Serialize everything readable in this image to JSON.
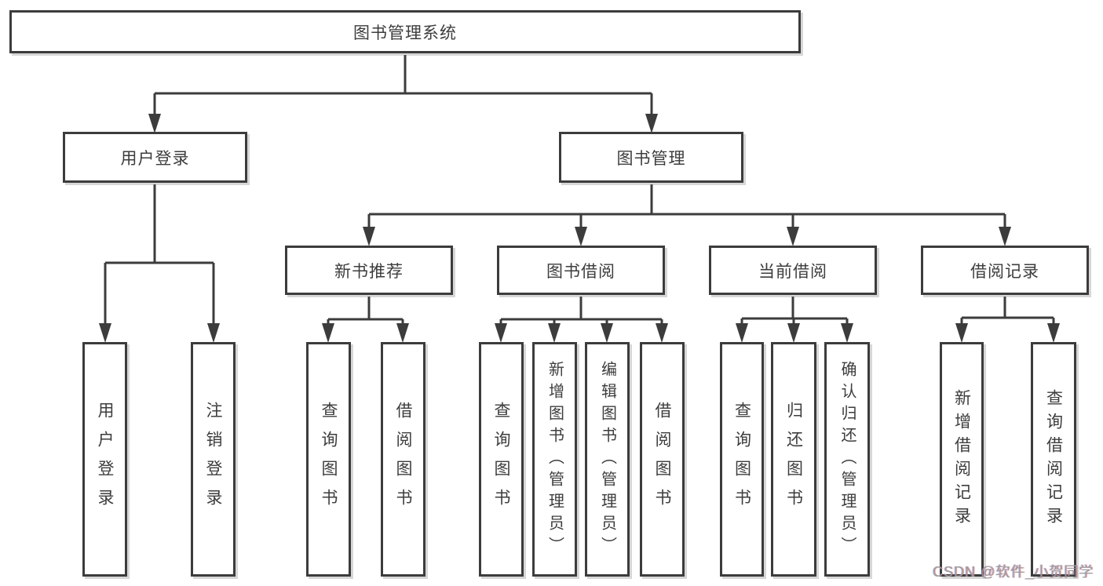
{
  "tree": {
    "root": {
      "label": "图书管理系统",
      "children": [
        {
          "label": "用户登录",
          "children": [
            {
              "label": "用户登录"
            },
            {
              "label": "注销登录"
            }
          ]
        },
        {
          "label": "图书管理",
          "children": [
            {
              "label": "新书推荐",
              "children": [
                {
                  "label": "查询图书"
                },
                {
                  "label": "借阅图书"
                }
              ]
            },
            {
              "label": "图书借阅",
              "children": [
                {
                  "label": "查询图书"
                },
                {
                  "label": "新增图书（管理员）"
                },
                {
                  "label": "编辑图书（管理员）"
                },
                {
                  "label": "借阅图书"
                }
              ]
            },
            {
              "label": "当前借阅",
              "children": [
                {
                  "label": "查询图书"
                },
                {
                  "label": "归还图书"
                },
                {
                  "label": "确认归还（管理员）"
                }
              ]
            },
            {
              "label": "借阅记录",
              "children": [
                {
                  "label": "新增借阅记录"
                },
                {
                  "label": "查询借阅记录"
                }
              ]
            }
          ]
        }
      ]
    }
  },
  "colors": {
    "line": "#3c3c3c",
    "text": "#3d3d3d",
    "watermark_gray": "#9c9c9c"
  },
  "watermark": {
    "text": "CSDN @软件_小贺同学"
  }
}
